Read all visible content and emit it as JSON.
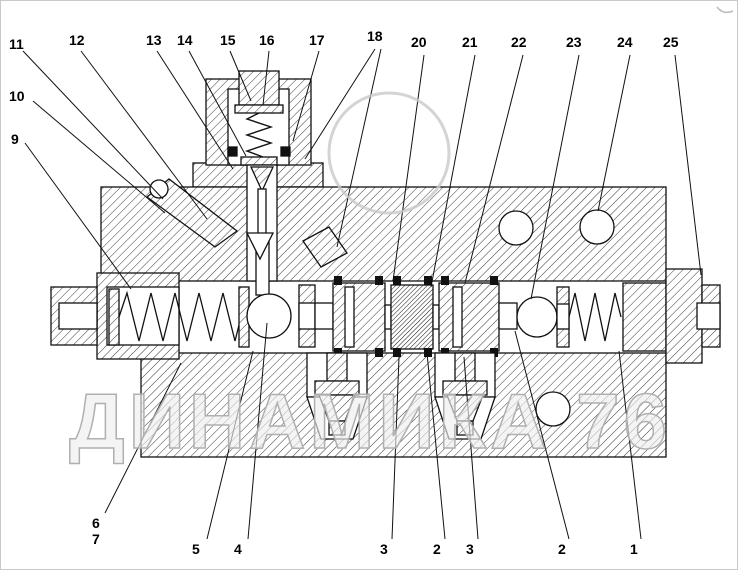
{
  "figure": {
    "watermark": "ДИНАМИКА 76"
  },
  "callouts": [
    "11",
    "12",
    "13",
    "14",
    "15",
    "16",
    "17",
    "18",
    "20",
    "21",
    "22",
    "23",
    "24",
    "25",
    "10",
    "9",
    "6",
    "7",
    "5",
    "4",
    "3",
    "2",
    "3",
    "2",
    "1"
  ]
}
